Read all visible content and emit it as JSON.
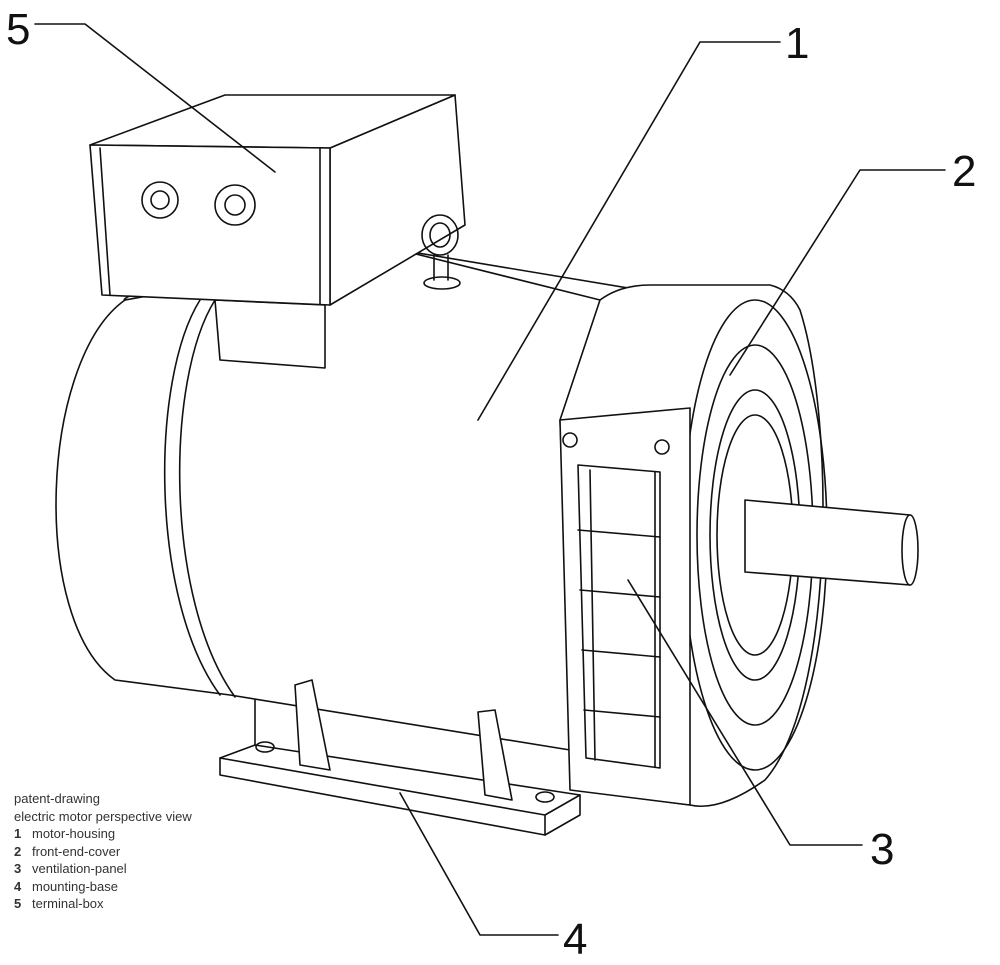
{
  "diagram": {
    "type": "patent-drawing",
    "subject": "electric motor perspective view",
    "labels": [
      {
        "id": "1",
        "text": "1",
        "part": "motor-housing"
      },
      {
        "id": "2",
        "text": "2",
        "part": "front-end-cover"
      },
      {
        "id": "3",
        "text": "3",
        "part": "ventilation-panel"
      },
      {
        "id": "4",
        "text": "4",
        "part": "mounting-base"
      },
      {
        "id": "5",
        "text": "5",
        "part": "terminal-box"
      }
    ],
    "colors": {
      "line": "#111111",
      "background": "#ffffff"
    }
  }
}
